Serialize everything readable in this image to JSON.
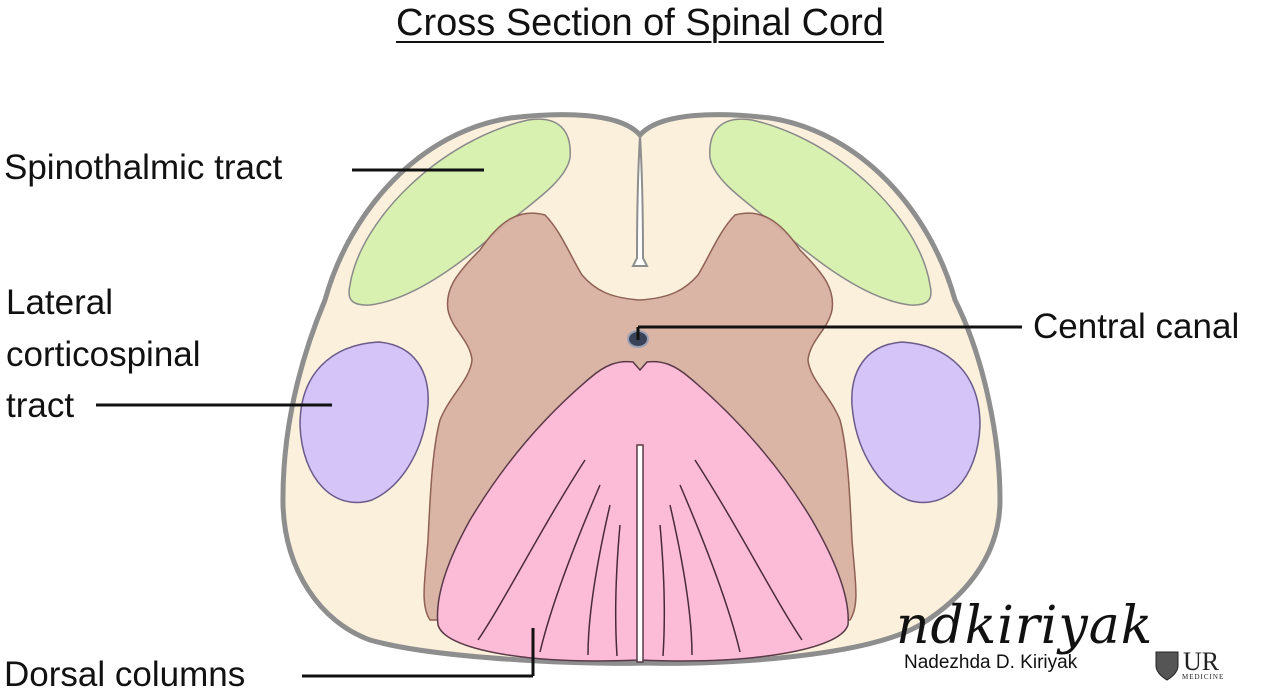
{
  "title": "Cross Section of Spinal Cord",
  "labels": {
    "spinothalmic": "Spinothalmic tract",
    "lateral_line1": "Lateral",
    "lateral_line2": "corticospinal",
    "lateral_line3": "tract",
    "central_canal": "Central canal",
    "dorsal_columns": "Dorsal columns"
  },
  "signature": {
    "script": "ndkiriyak",
    "name": "Nadezhda D. Kiriyak",
    "logo_ur": "UR",
    "logo_sub": "MEDICINE"
  },
  "colors": {
    "white_matter": "#fbf0dc",
    "outline": "#8e8e8e",
    "gray_matter": "#d9b1a3",
    "gray_matter_edge": "#8a5a4e",
    "spinothalamic": "#d8f0b0",
    "corticospinal": "#d4c4f8",
    "dorsal_columns": "#fcbcd8",
    "central_canal": "#3a4258"
  }
}
